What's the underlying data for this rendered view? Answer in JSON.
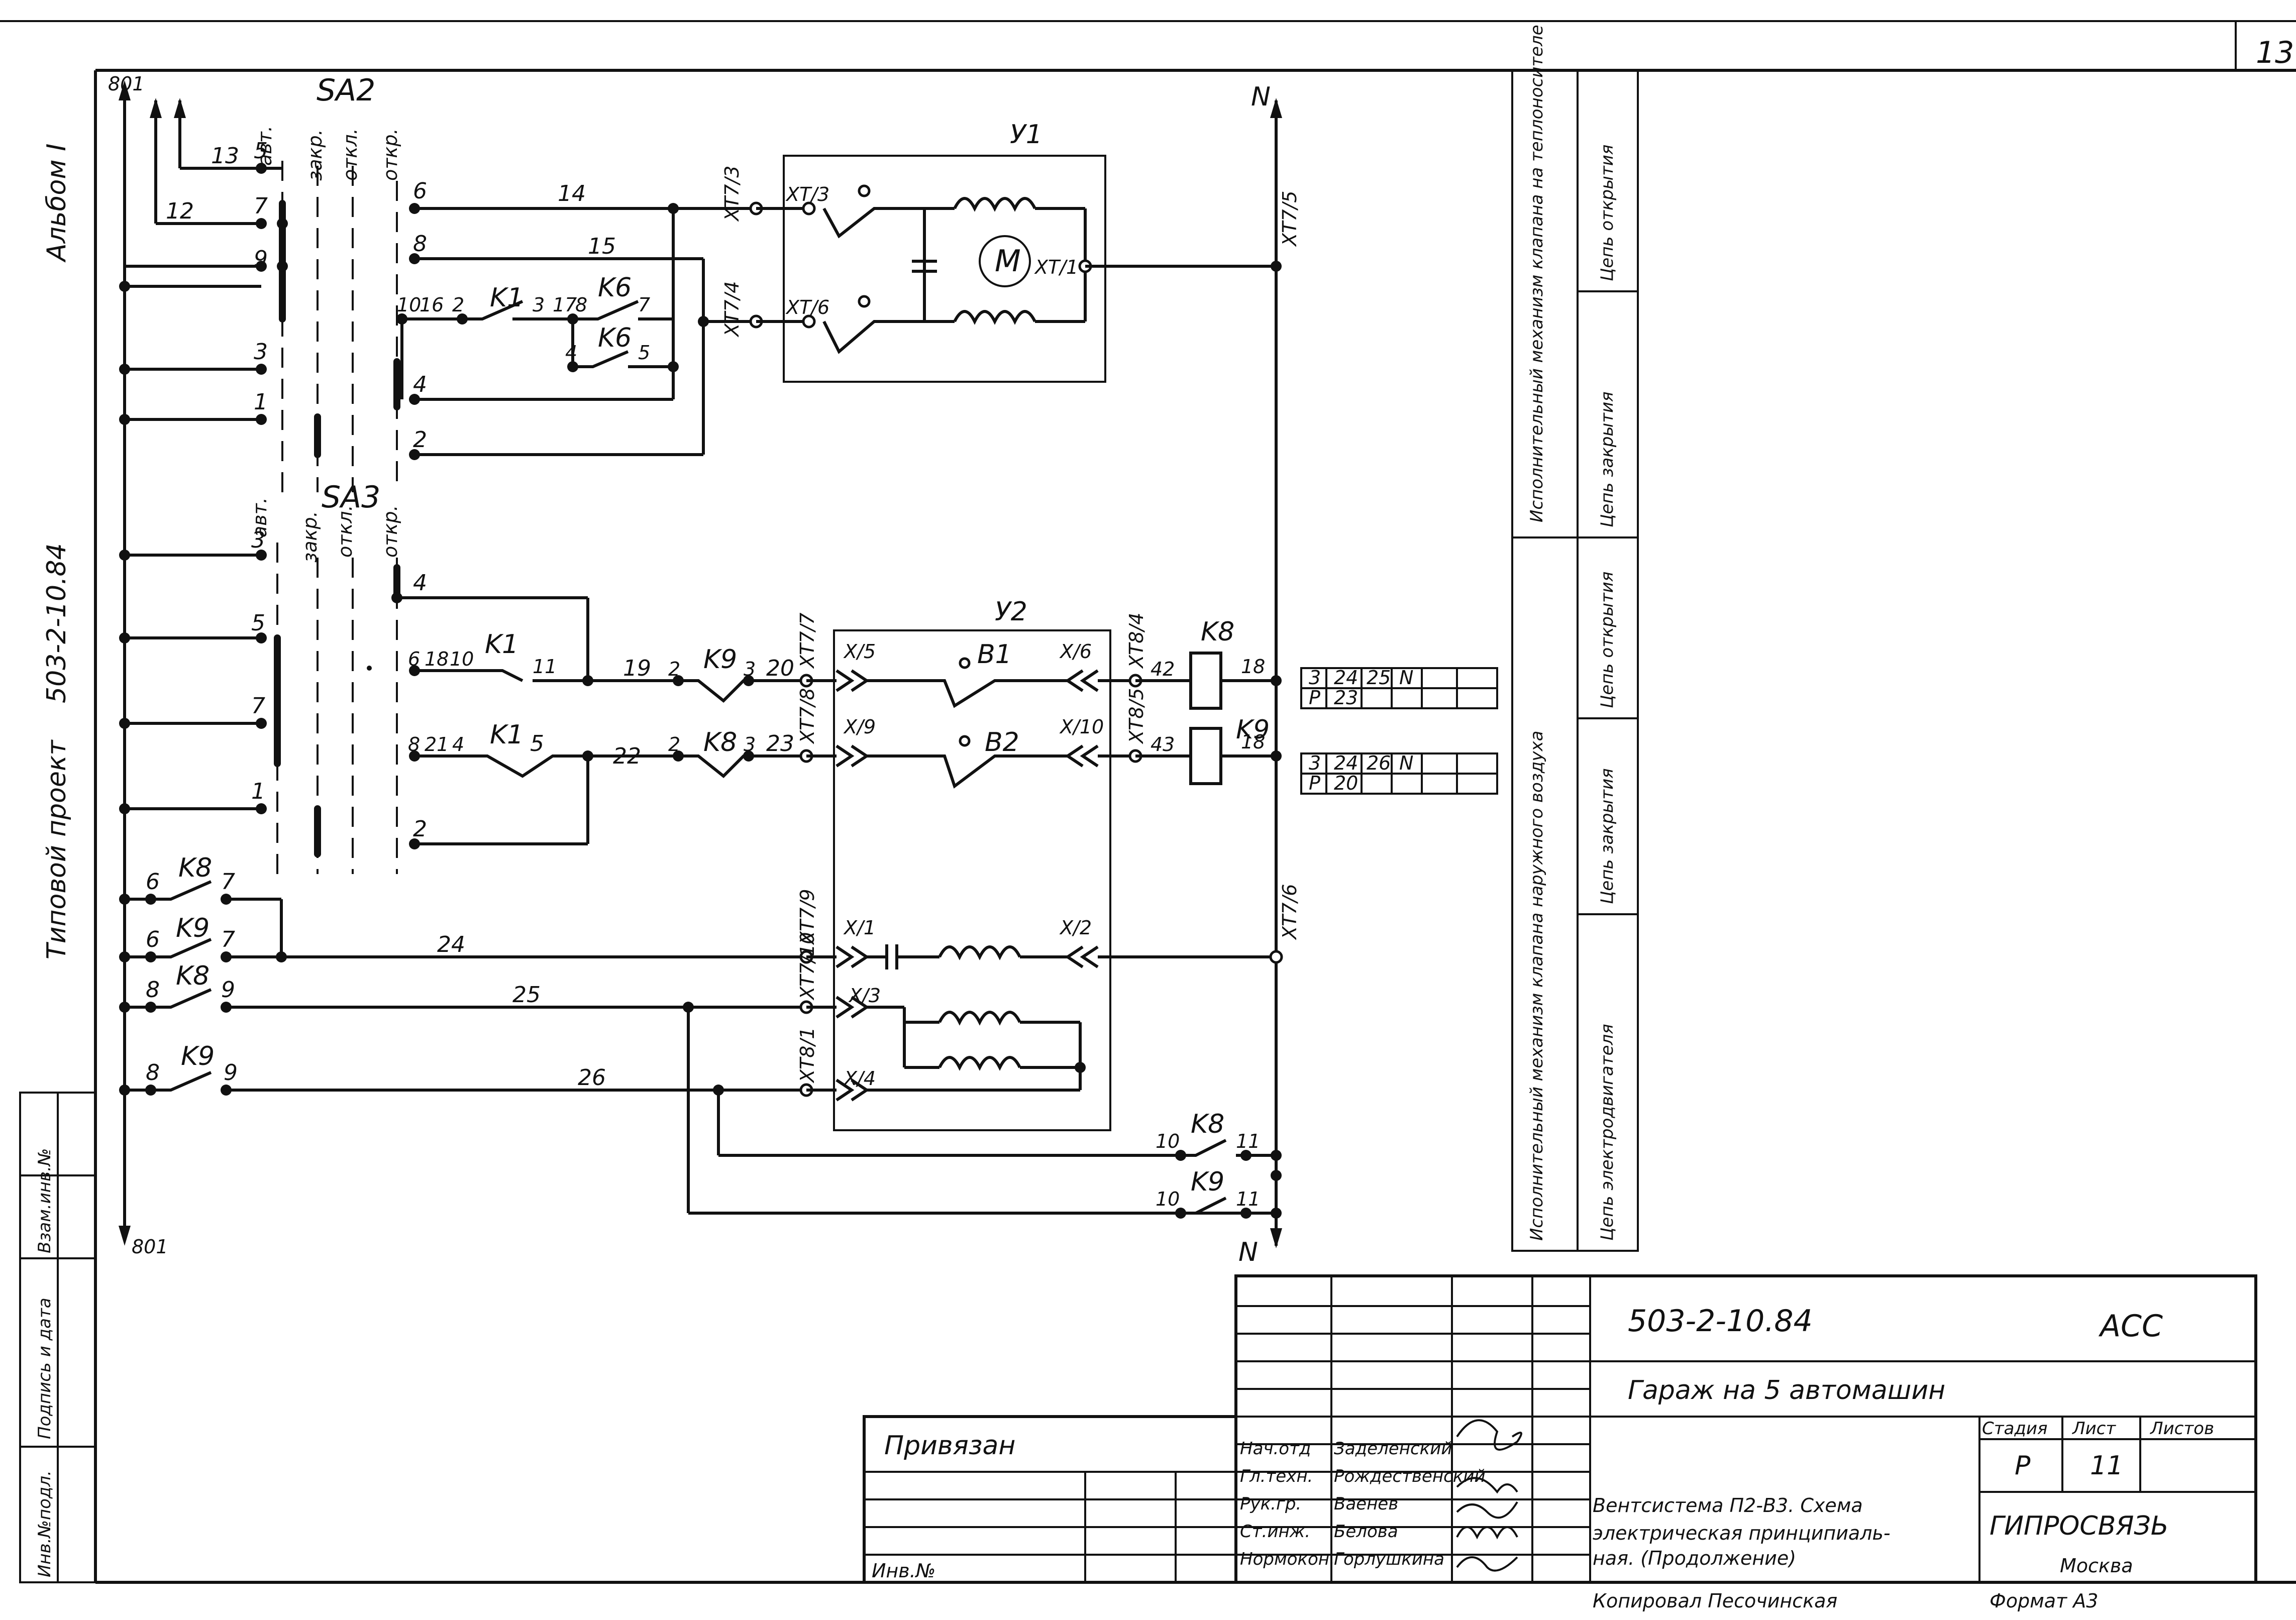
{
  "page": {
    "sheet_number": "13",
    "side_album": "Альбом I",
    "side_project_label": "Типовой проект",
    "side_project_code": "503-2-10.84",
    "left_stamp": [
      "Инв.№подл.",
      "Подпись и дата",
      "Взам.инв.№"
    ]
  },
  "schematic": {
    "top_bus_label": "801",
    "bottom_bus_label": "801",
    "neutral_top": "N",
    "neutral_bottom": "N",
    "sa2": {
      "name": "SA2",
      "positions": [
        "авт.",
        "закр.",
        "откл.",
        "откр."
      ]
    },
    "sa3": {
      "name": "SA3",
      "positions": [
        "авт.",
        "закр.",
        "откл.",
        "откр."
      ]
    },
    "actuators": [
      "У1",
      "У2"
    ],
    "motor_symbol": "M",
    "wire_numbers": [
      "12",
      "13",
      "14",
      "15",
      "19",
      "20",
      "22",
      "23",
      "24",
      "25",
      "26"
    ],
    "terminals": [
      "XT7/3",
      "XT7/4",
      "XT7/5",
      "XT7/6",
      "XT7/7",
      "XT7/8",
      "XT7/9",
      "XT7/10",
      "XT8/1",
      "XT8/4",
      "XT8/5",
      "XT/3",
      "XT/6",
      "XT/1"
    ],
    "connectors": [
      "X/5",
      "X/6",
      "X/9",
      "X/10",
      "X/1",
      "X/2",
      "X/3",
      "X/4"
    ],
    "switch_labels": [
      "B1",
      "B2"
    ],
    "relays": [
      "K1",
      "K6",
      "K8",
      "K9"
    ],
    "relay_table_k8": [
      [
        "3",
        "24",
        "25",
        "N"
      ],
      [
        "P",
        "23",
        "",
        ""
      ]
    ],
    "relay_table_k9": [
      [
        "3",
        "24",
        "26",
        "N"
      ],
      [
        "P",
        "20",
        "",
        ""
      ]
    ],
    "purpose_columns": [
      {
        "header": "Исполнительный механизм клапана на теплоносителе",
        "cells": [
          "Цепь открытия",
          "Цепь закрытия"
        ]
      },
      {
        "header": "Исполнительный механизм клапана наружного воздуха",
        "cells": [
          "Цепь открытия",
          "Цепь закрытия",
          "Цепь электродвигателя"
        ]
      }
    ]
  },
  "title_block": {
    "designation": "503-2-10.84",
    "mark": "АСС",
    "object": "Гараж на 5 автомашин",
    "bound": "Привязан",
    "inv_no": "Инв.№",
    "roles": [
      {
        "role": "Нач.отд",
        "name": "Заделенский"
      },
      {
        "role": "Гл.техн.",
        "name": "Рождественский"
      },
      {
        "role": "Рук.гр.",
        "name": "Ваенев"
      },
      {
        "role": "Ст.инж.",
        "name": "Белова"
      },
      {
        "role": "Нормокон.",
        "name": "Горлушкина"
      }
    ],
    "stage_header": "Стадия",
    "sheet_header": "Лист",
    "sheets_header": "Листов",
    "stage": "Р",
    "sheet": "11",
    "sheets": "",
    "description": [
      "Вентсистема П2-В3. Схема",
      "электрическая принципиаль-",
      "ная. (Продолжение)"
    ],
    "org": "ГИПРОСВЯЗЬ",
    "city": "Москва",
    "copied_by": "Копировал Песочинская",
    "format": "Формат А3"
  }
}
